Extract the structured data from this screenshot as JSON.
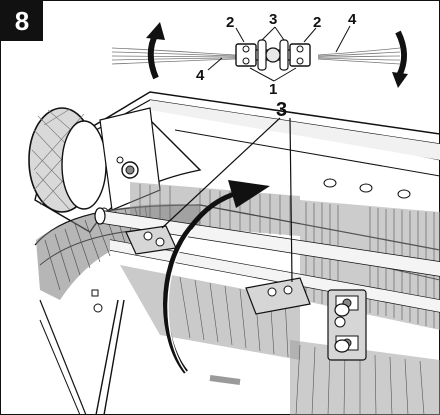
{
  "step": {
    "number": "8"
  },
  "callouts": {
    "top_left_2": "2",
    "top_center_3": "3",
    "top_right_2": "2",
    "top_right_4": "4",
    "top_left_4": "4",
    "top_center_1": "1",
    "main_3": "3"
  },
  "icons": {
    "rotate_left": "curved-arrow-up-icon",
    "rotate_right": "curved-arrow-down-icon",
    "rotate_main": "curved-arrow-rotation-icon"
  },
  "colors": {
    "line": "#111111",
    "shade": "#9a9a9a",
    "bristle": "#555555"
  }
}
